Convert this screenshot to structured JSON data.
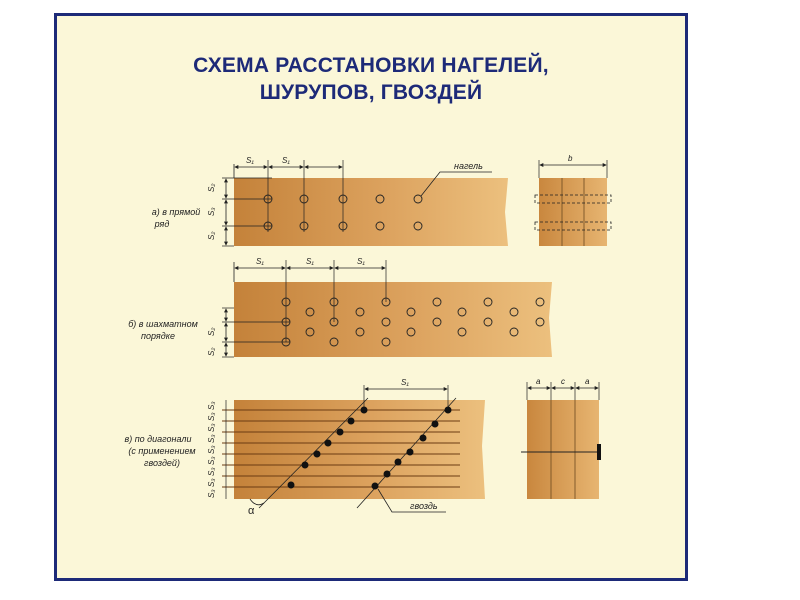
{
  "title": {
    "line1": "СХЕМА РАССТАНОВКИ НАГЕЛЕЙ,",
    "line2": "ШУРУПОВ, ГВОЗДЕЙ"
  },
  "row_a": {
    "label_line1": "а) в прямой",
    "label_line2": "ряд"
  },
  "row_b": {
    "label_line1": "б) в шахматном",
    "label_line2": "порядке"
  },
  "row_c": {
    "label_line1": "в) по диагонали",
    "label_line2": "(с применением",
    "label_line3": "гвоздей)"
  },
  "annotations": {
    "dowel": "нагель",
    "nail": "гвоздь",
    "alpha": "α",
    "width_b": "b",
    "width_a": "a",
    "width_c": "c"
  },
  "dims": {
    "s1": "S₁",
    "s2": "S₂",
    "s3": "S₃"
  },
  "colors": {
    "frame_border": "#1d2a78",
    "frame_bg": "#fbf7d8",
    "wood_dark": "#c4823a",
    "wood_light": "#ecc07e",
    "nail": "#111111"
  }
}
